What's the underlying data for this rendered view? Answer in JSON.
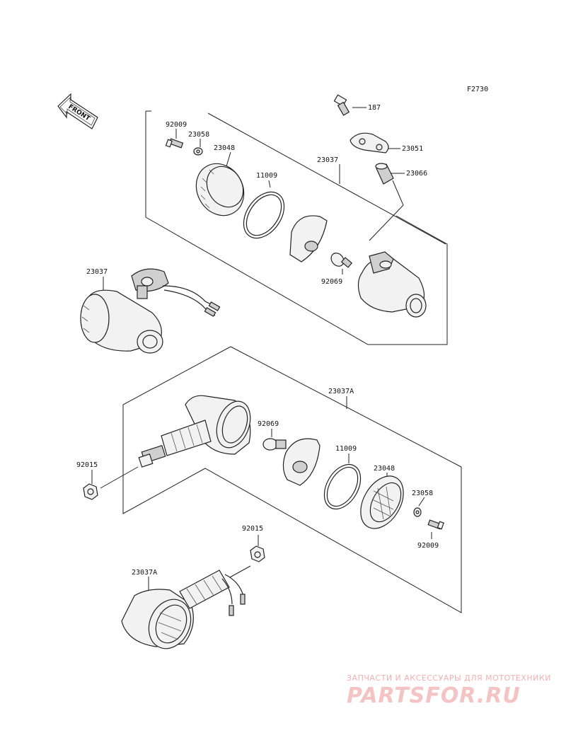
{
  "figure_code": "F2730",
  "front_label": "FRONT",
  "labels": {
    "p187": "187",
    "p23051": "23051",
    "p23066": "23066",
    "p23037_top": "23037",
    "p92009_top": "92009",
    "p23058_top": "23058",
    "p23048_top": "23048",
    "p11009_top": "11009",
    "p92069_top": "92069",
    "p23037_left": "23037",
    "p23037A_mid": "23037A",
    "p92069_mid": "92069",
    "p11009_mid": "11009",
    "p23048_mid": "23048",
    "p23058_mid": "23058",
    "p92009_mid": "92009",
    "p92015_left": "92015",
    "p92015_bot": "92015",
    "p23037A_bot": "23037A"
  },
  "watermark": {
    "tagline": "ЗАПЧАСТИ И АКСЕССУАРЫ ДЛЯ МОТОТЕХНИКИ",
    "brand": "PARTSFOR.RU"
  }
}
